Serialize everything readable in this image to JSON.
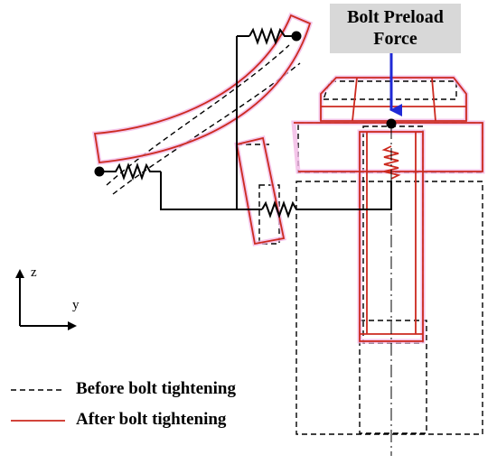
{
  "annotation": {
    "preload_line1": "Bolt Preload",
    "preload_line2": "Force"
  },
  "axes": {
    "z_label": "z",
    "y_label": "y"
  },
  "legend": {
    "before_label": "Before bolt tightening",
    "after_label": "After bolt tightening"
  },
  "colors": {
    "after": "#cc2a1f",
    "after_glow": "#f2b8e6",
    "force_arrow": "#1f2ad6",
    "before": "#000000"
  }
}
